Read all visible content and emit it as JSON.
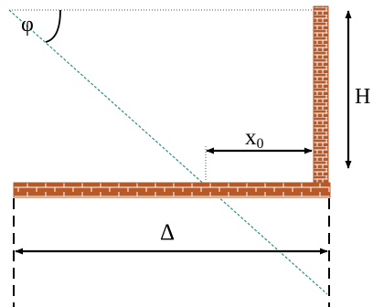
{
  "labels": {
    "phi": "φ",
    "height": "H",
    "offset_base": "x",
    "offset_sub": "0",
    "delta": "Δ"
  },
  "colors": {
    "brick": "#b85a28",
    "mortar": "#ffffff",
    "sight_line": "#2a8f86",
    "dimension": "#000000"
  },
  "icons": {
    "wall": "brick-wall",
    "floor": "brick-floor"
  }
}
